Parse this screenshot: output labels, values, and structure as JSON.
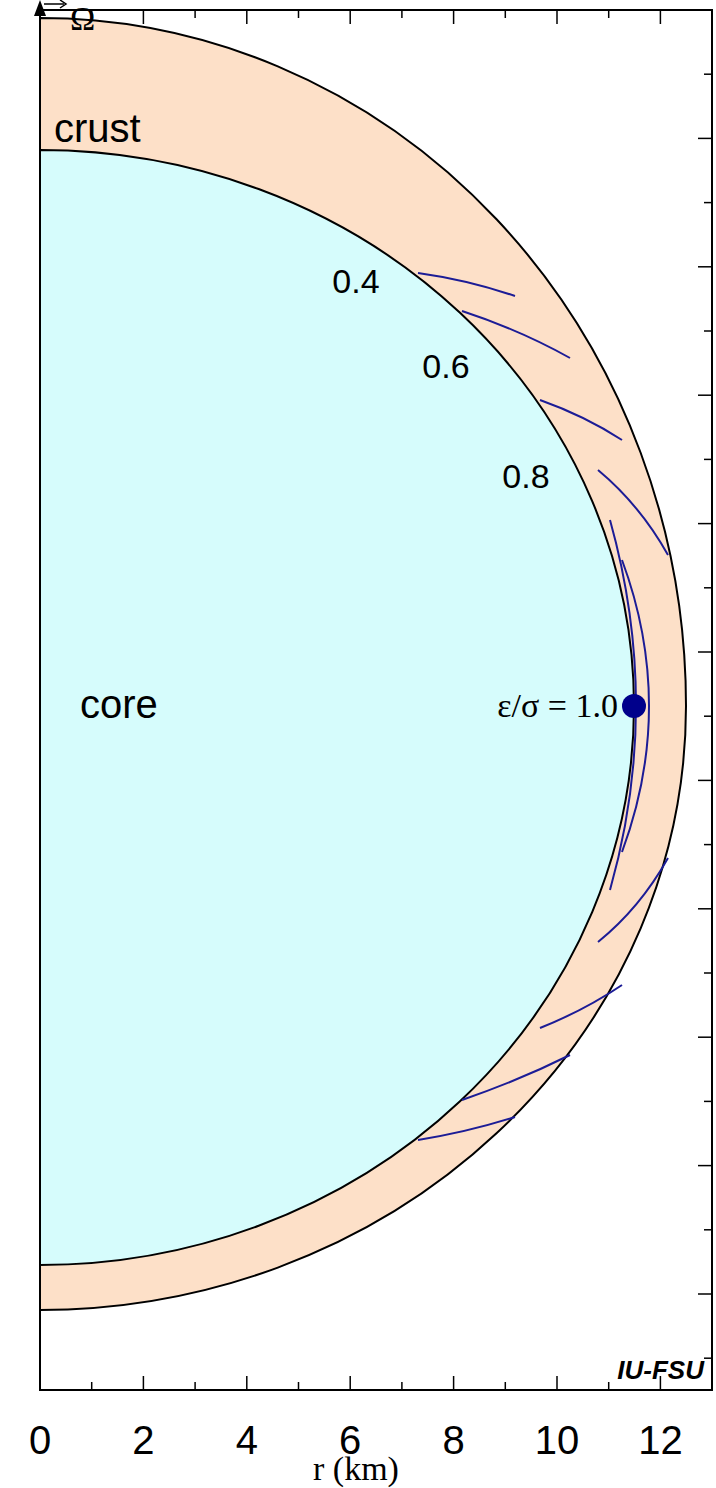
{
  "diagram": {
    "nodes": [
      {
        "text": [
          "crust"
        ]
      },
      {
        "text": [
          "core"
        ],
        "in": 0
      }
    ],
    "labels": [
      "Ω",
      "0.4",
      "0.6",
      "0.8",
      "ε/σ = 1.0",
      "IU-FSU",
      "0",
      "2",
      "4",
      "6",
      "8",
      "10",
      "12",
      "r (km)"
    ]
  }
}
